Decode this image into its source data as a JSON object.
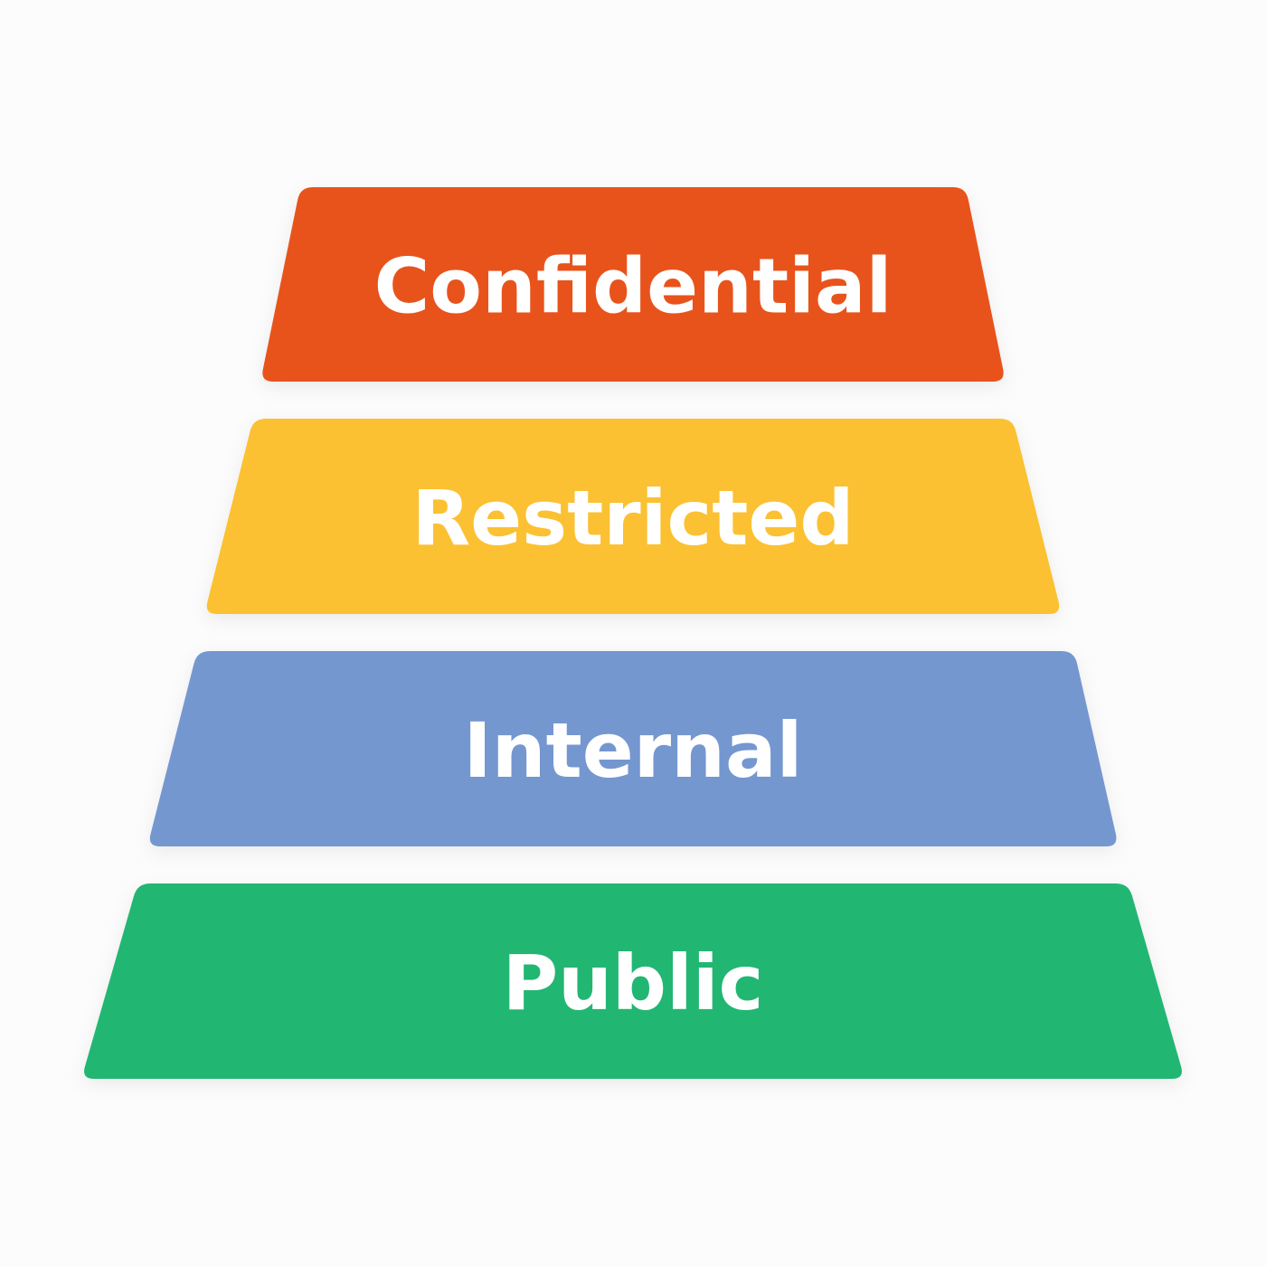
{
  "background": "#fcfcfc",
  "tiers": [
    {
      "label": "Confidential",
      "color": "#e8521f"
    },
    {
      "label": "Restricted",
      "color": "#fbc130"
    },
    {
      "label": "Internal",
      "color": "#7597d0"
    },
    {
      "label": "Public",
      "color": "#22b673"
    }
  ]
}
